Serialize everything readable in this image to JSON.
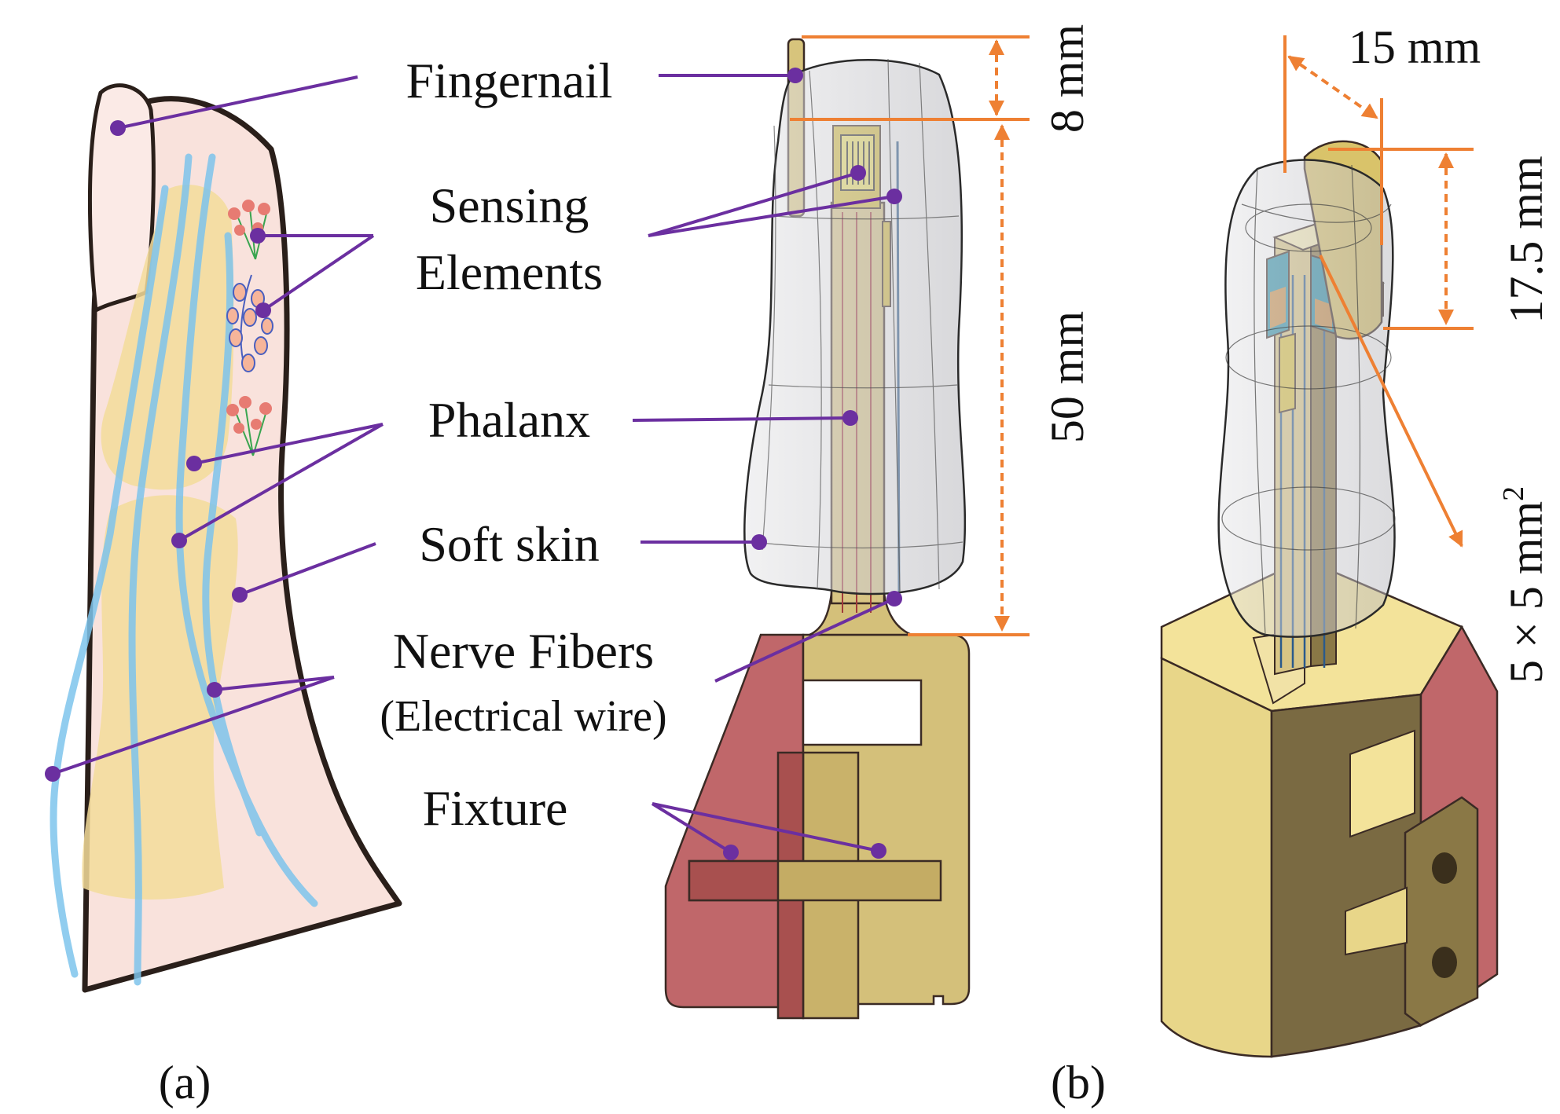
{
  "panels": {
    "a": "(a)",
    "b": "(b)"
  },
  "labels": {
    "fingernail": "Fingernail",
    "sensing_line1": "Sensing",
    "sensing_line2": "Elements",
    "phalanx": "Phalanx",
    "soft_skin": "Soft skin",
    "nerve_line1": "Nerve Fibers",
    "nerve_line2": "(Electrical wire)",
    "fixture": "Fixture"
  },
  "dimensions": {
    "nail": "8 mm",
    "length": "50 mm",
    "width": "15 mm",
    "height": "17.5 mm",
    "area_base": "5 × 5 mm",
    "area_exp": "2"
  },
  "colors": {
    "skin": "#f9e2dc",
    "bone": "#f3dc9a",
    "nerve": "#7ec4ec",
    "leader": "#6b2fa0",
    "dimension": "#ee8033",
    "fixture_gold": "#d4c07a",
    "fixture_red": "#c0676a",
    "shell": "#cfcfd2"
  }
}
